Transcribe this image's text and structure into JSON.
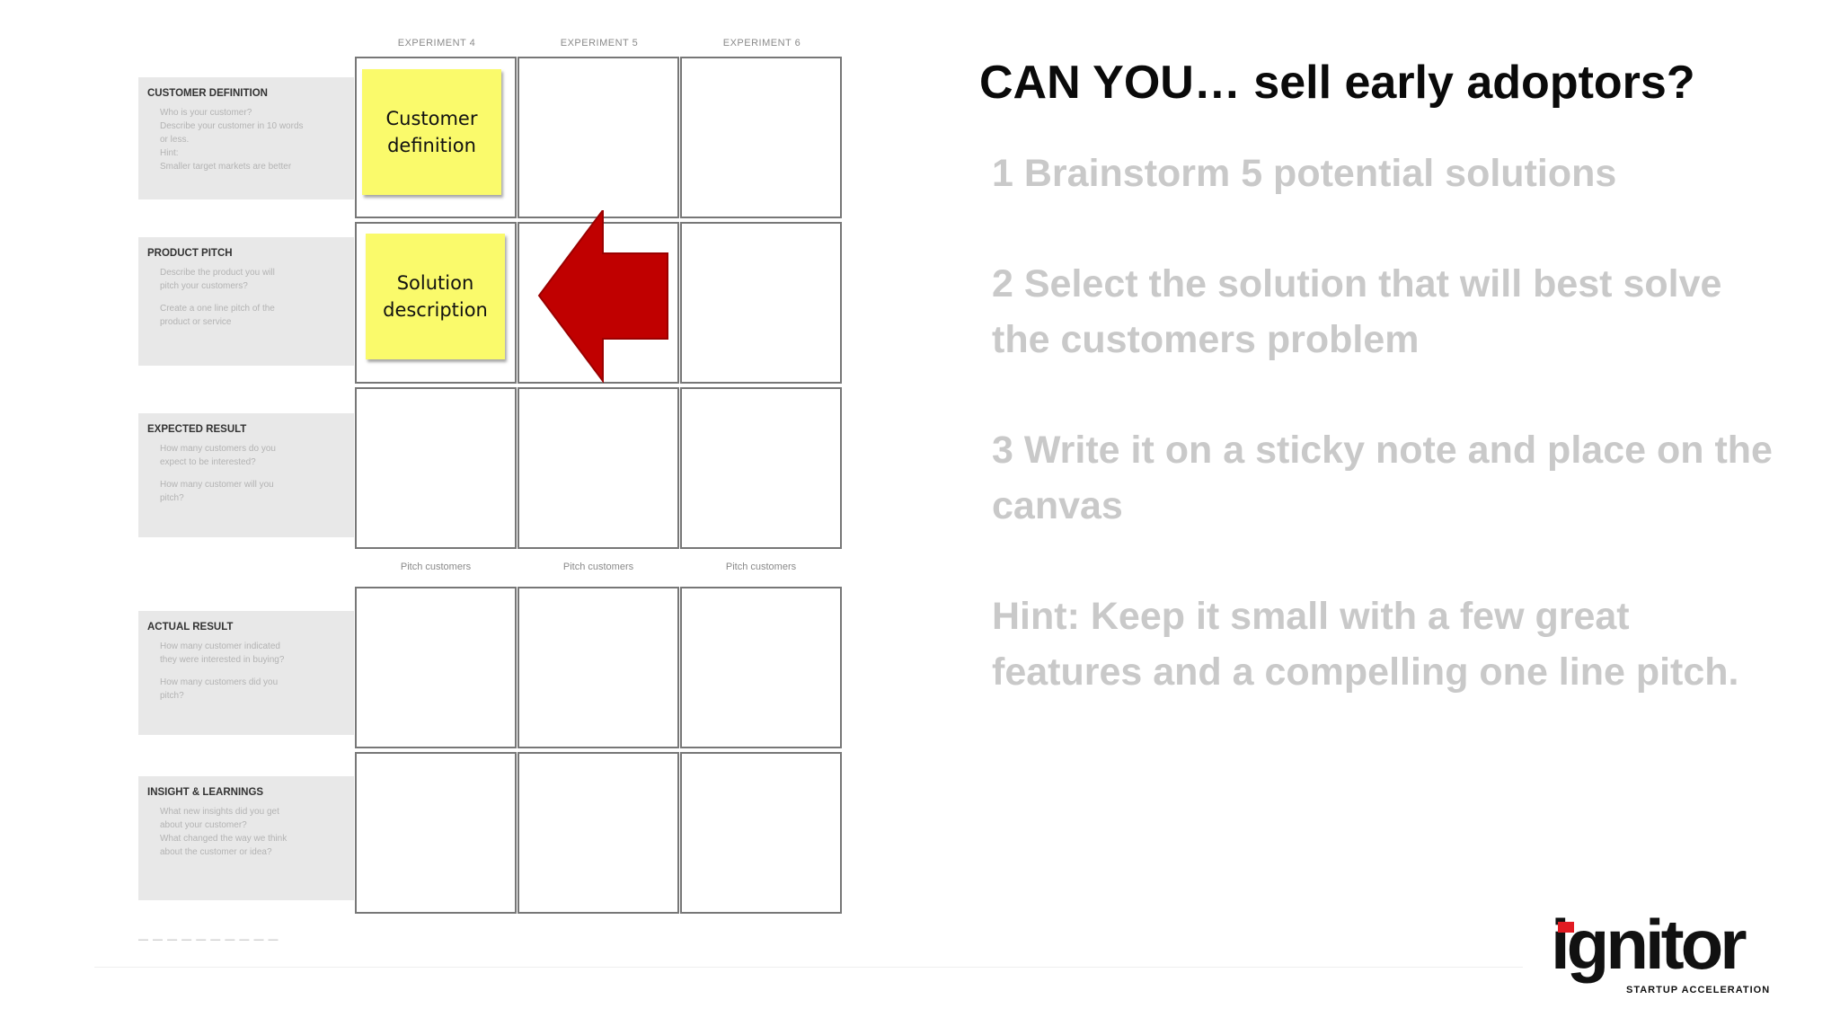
{
  "canvas": {
    "column_headers": [
      "EXPERIMENT 4",
      "EXPERIMENT 5",
      "EXPERIMENT 6"
    ],
    "rows": [
      {
        "title": "CUSTOMER DEFINITION",
        "lines": [
          "Who is your customer?",
          "Describe your customer in 10 words",
          "or less.",
          "Hint:",
          "Smaller target markets are better"
        ]
      },
      {
        "title": "PRODUCT PITCH",
        "lines": [
          "Describe the product you will",
          "pitch your customers?",
          "",
          "Create a one line pitch of the",
          "product or service"
        ]
      },
      {
        "title": "EXPECTED RESULT",
        "lines": [
          "How many customers do you",
          "expect to be interested?",
          "",
          "How many customer will you",
          "pitch?"
        ]
      },
      {
        "title": "ACTUAL RESULT",
        "lines": [
          "How many customer indicated",
          "they were interested in buying?",
          "",
          "How many customers did you",
          "pitch?"
        ]
      },
      {
        "title": "INSIGHT & LEARNINGS",
        "lines": [
          "What new insights did you get",
          "about your customer?",
          "What changed the way we think",
          "about the customer or idea?"
        ]
      }
    ],
    "pitch_labels": [
      "Pitch customers",
      "Pitch customers",
      "Pitch customers"
    ],
    "stickies": [
      {
        "text_line1": "Customer",
        "text_line2": "definition"
      },
      {
        "text_line1": "Solution",
        "text_line2": "description"
      }
    ],
    "arrow_color": "#c00000",
    "sticky_color": "#fafa6b"
  },
  "headline": "CAN YOU… sell early adoptors?",
  "steps": [
    "1 Brainstorm 5 potential solutions",
    "2 Select the solution that will best solve the customers problem",
    "3 Write it on a sticky note and place on the canvas",
    "Hint: Keep it small with a few great features and a compelling one line pitch."
  ],
  "logo": {
    "word": "ignitor",
    "tagline": "STARTUP ACCELERATION",
    "accent": "#e11b22"
  }
}
